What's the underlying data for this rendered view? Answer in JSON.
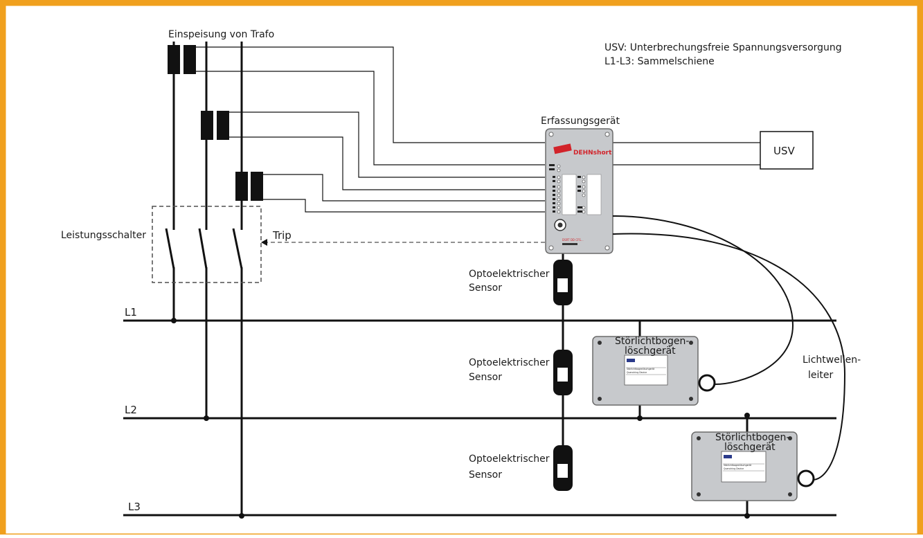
{
  "colors": {
    "frame": "#F0A01E",
    "line": "#111111",
    "device_fill": "#c7c9cc",
    "device_stroke": "#6a6a6a",
    "brand_red": "#d2232a",
    "breaker_dash": "#4f4f4f"
  },
  "labels": {
    "feed": "Einspeisung von Trafo",
    "legend_usv": "USV: Unterbrechungsfreie Spannungsversorgung",
    "legend_busbar": "L1-L3: Sammelschiene",
    "detector": "Erfassungsgerät",
    "usv": "USV",
    "breaker": "Leistungsschalter",
    "trip": "Trip",
    "l1": "L1",
    "l2": "L2",
    "l3": "L3",
    "fiber_line1": "Lichtwellen-",
    "fiber_line2": "leiter",
    "sensor_line1": "Optoelektrischer",
    "sensor_line2": "Sensor",
    "quencher_line1": "Störlichtbogen-",
    "quencher_line2": "löschgerät"
  },
  "detector_device": {
    "brand": "DEHNshort",
    "bottom_text": "DSRT DD CFS..."
  },
  "quencher_device": {
    "plate_line1": "Störlichtbogenlöschgerät",
    "plate_line2": "Quenching Device"
  }
}
